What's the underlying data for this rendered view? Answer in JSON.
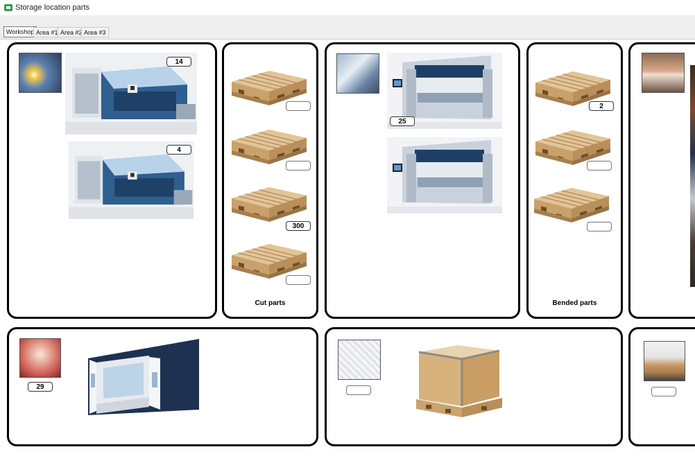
{
  "window": {
    "title": "Storage location parts"
  },
  "tabs": [
    {
      "label": "Workshop",
      "active": true
    },
    {
      "label": "Area #1",
      "active": false
    },
    {
      "label": "Area #2",
      "active": false
    },
    {
      "label": "Area #3",
      "active": false
    }
  ],
  "laser": {
    "machine_top_count": "14",
    "machine_bottom_count": "4"
  },
  "cut_parts": {
    "label": "Cut parts",
    "pallets": [
      "",
      "",
      "300",
      ""
    ]
  },
  "bending": {
    "machine_top_count": "25"
  },
  "bended_parts": {
    "label": "Bended parts",
    "pallets": [
      "2",
      "",
      ""
    ]
  },
  "painting": {
    "count": "29"
  },
  "packaging": {
    "count": ""
  },
  "shipping": {
    "count": ""
  },
  "colors": {
    "panel_border": "#000000",
    "wood": "#d9b88a",
    "machine_blue": "#2a4f7a"
  }
}
